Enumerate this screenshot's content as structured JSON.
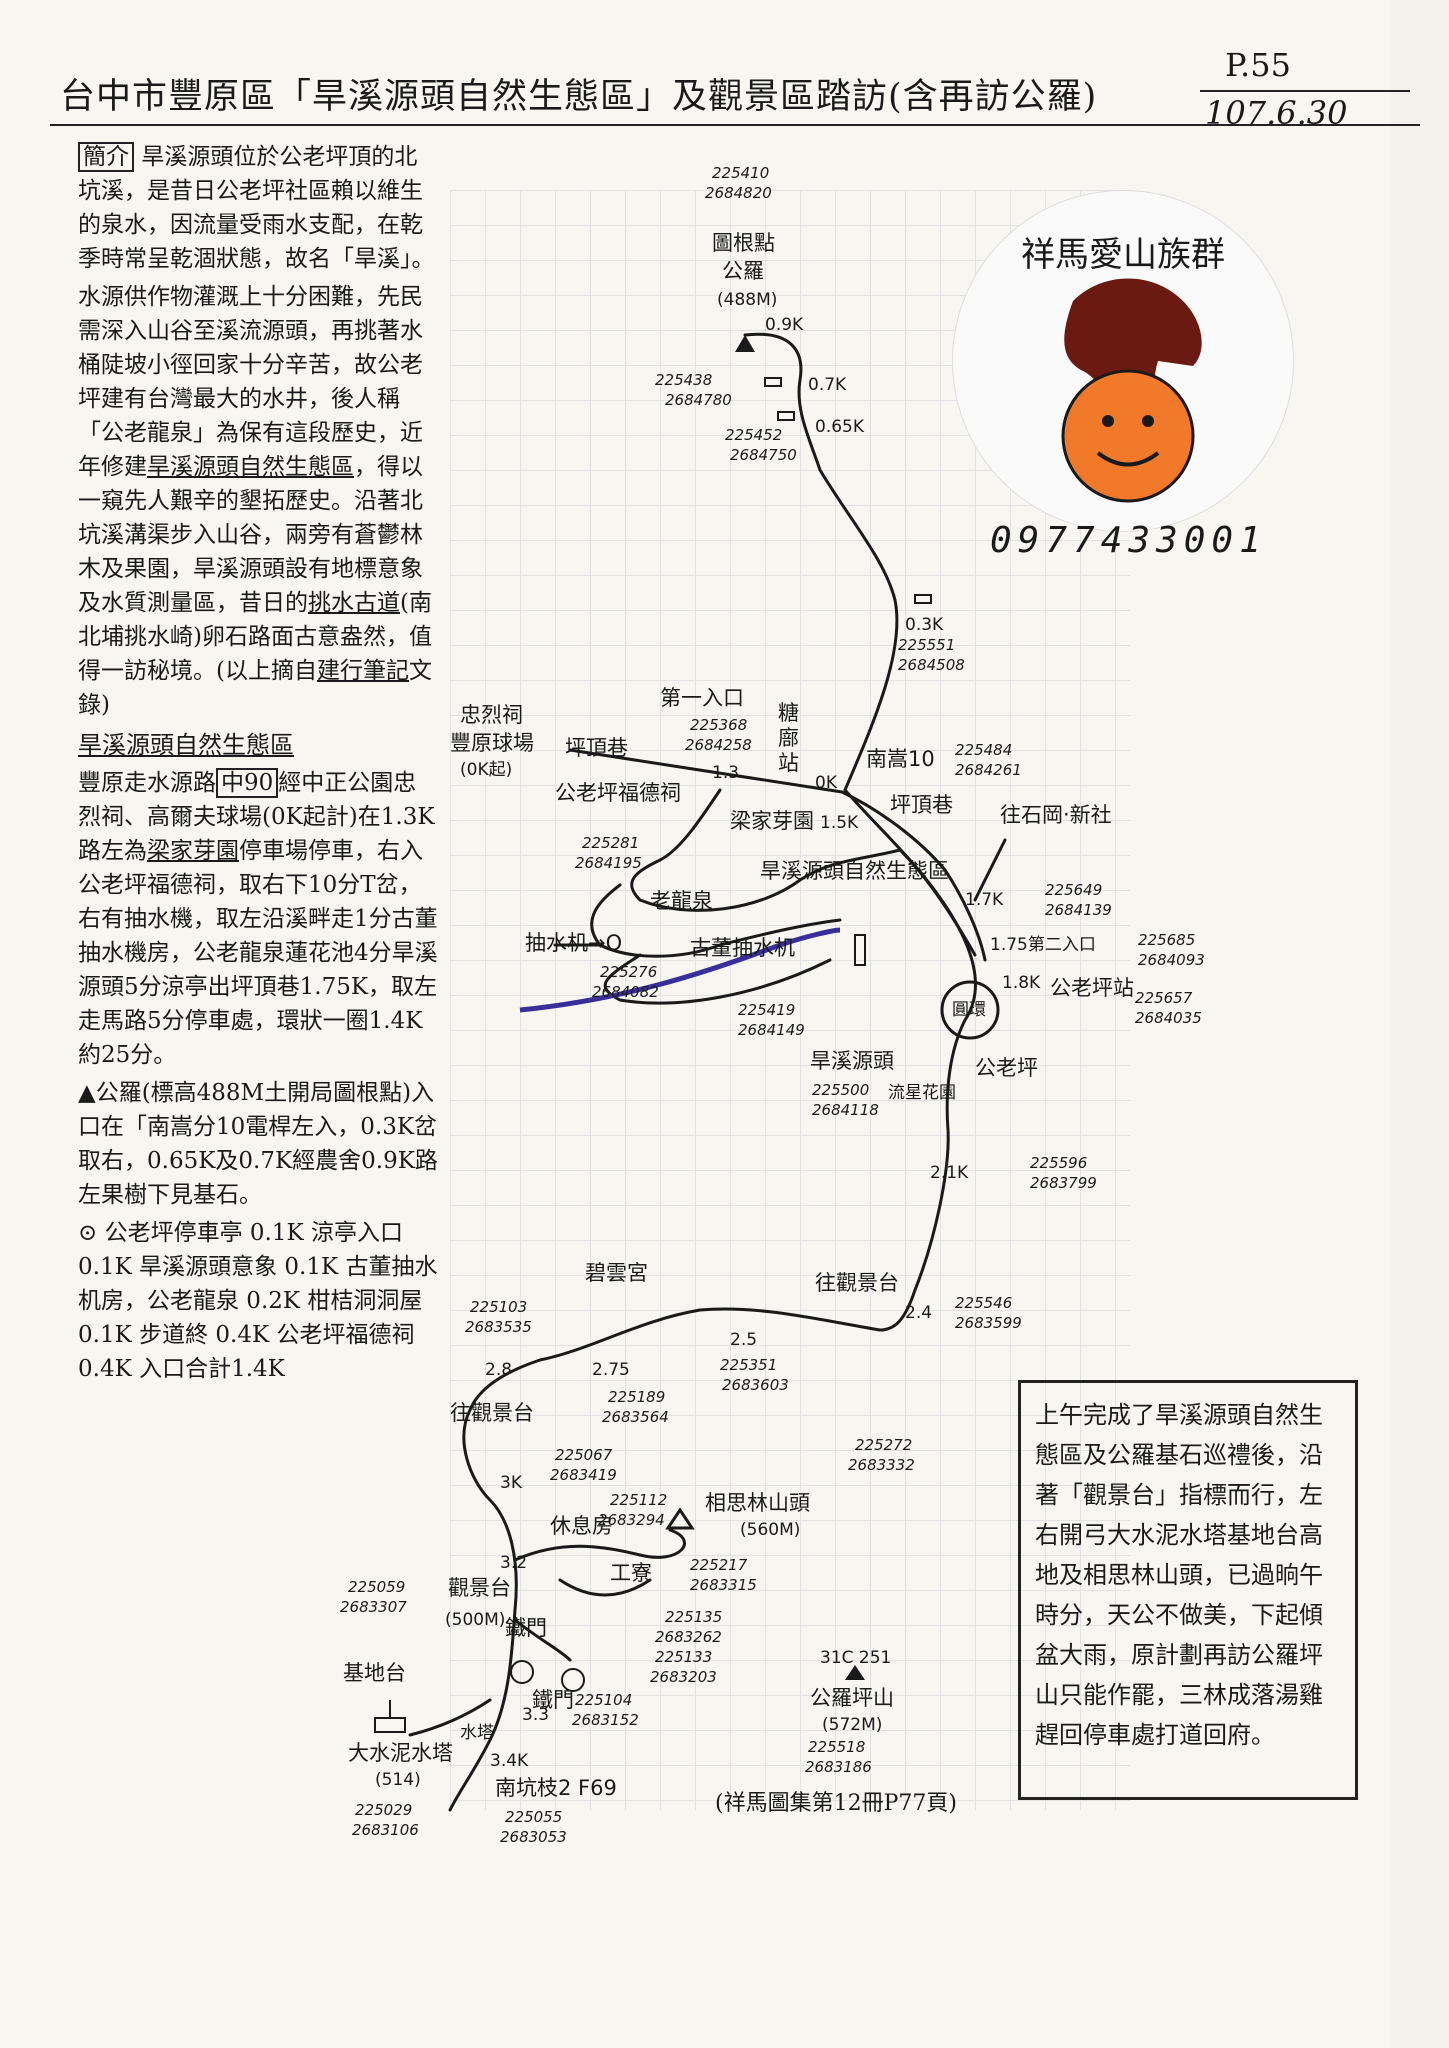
{
  "header": {
    "title": "台中市豐原區「旱溪源頭自然生態區」及觀景區踏訪(含再訪公羅)",
    "page": "P.55",
    "date": "107.6.30"
  },
  "intro": {
    "tag": "簡介",
    "p1": "旱溪源頭位於公老坪頂的北坑溪，是昔日公老坪社區賴以維生的泉水，因流量受雨水支配，在乾季時常呈乾涸狀態，故名「旱溪」。",
    "p2": "水源供作物灌溉上十分困難，先民需深入山谷至溪流源頭，再挑著水桶陡坡小徑回家十分辛苦，故公老坪建有台灣最大的水井，後人稱「公老龍泉」為保有這段歷史，近年修建",
    "p2_u1": "旱溪源頭自然生態區",
    "p2_b": "，得以一窺先人艱辛的墾拓歷史。沿著北坑溪溝渠步入山谷，兩旁有蒼鬱林木及果園，旱溪源頭設有地標意象及水質測量區，昔日的",
    "p2_u2": "挑水古道",
    "p2_c": "(南北埔挑水崎)卵石路面古意盎然，值得一訪秘境。(以上摘自",
    "p2_u3": "建行筆記",
    "p2_d": "文錄)"
  },
  "section2": {
    "title": "旱溪源頭自然生態區",
    "pa": "豐原走水源路",
    "pa_box": "中90",
    "pb": "經中正公園忠烈祠、高爾夫球場(0K起計)在1.3K路左為",
    "pb_u": "梁家芽園",
    "pc": "停車場停車，右入公老坪福德祠，取右下10分T岔，右有抽水機，取左沿溪畔走1分古董抽水機房，公老龍泉蓮花池4分旱溪源頭5分涼亭出坪頂巷1.75K，取左走馬路5分停車處，環狀一圈1.4K約25分。"
  },
  "section3": {
    "tri_text": "▲公羅(標高488M土開局圖根點)入口在「南嵩分10電桿左入，0.3K岔取右，0.65K及0.7K經農舍0.9K路左果樹下見基石。"
  },
  "section4": {
    "text": "⊙ 公老坪停車亭 0.1K 涼亭入口 0.1K 旱溪源頭意象 0.1K 古董抽水机房，公老龍泉 0.2K 柑桔洞洞屋 0.1K 步道終 0.4K 公老坪福德祠 0.4K 入口合計1.4K"
  },
  "logo": {
    "text": "祥馬愛山族群"
  },
  "phone": "0977433001",
  "note": {
    "text": "上午完成了旱溪源頭自然生態區及公羅基石巡禮後，沿著「觀景台」指標而行，左右開弓大水泥水塔基地台高地及相思林山頭，已過晌午時分，天公不做美，下起傾盆大雨，原計劃再訪公羅坪山只能作罷，三林成落湯雞趕回停車處打道回府。"
  },
  "ref_note": "(祥馬圖集第12冊P77頁)",
  "map": {
    "labels": {
      "peak_name": "圖根點",
      "peak_sub": "公羅",
      "peak_elev": "(488M)",
      "peak_k": "0.9K",
      "k07": "0.7K",
      "k065": "0.65K",
      "k03": "0.3K",
      "first_entry": "第一入口",
      "sugar": "糖",
      "sugar2": "廍",
      "sugar3": "站",
      "nanlu": "南嵩10",
      "ok": "0K",
      "pingding_w": "坪頂巷",
      "pingding_e": "坪頂巷",
      "to_shigang": "往石岡‧新社",
      "zhonglie": "忠烈祠",
      "golf": "豐原球場",
      "golf_ok": "(0K起)",
      "fude": "公老坪福德祠",
      "liang": "梁家芽園",
      "k13": "1.3",
      "k15": "1.5K",
      "longquan": "老龍泉",
      "eco": "旱溪源頭自然生態區",
      "antique": "古董抽水机",
      "pump": "抽水机→O",
      "k17": "1.7K",
      "k175": "1.75第二入口",
      "k18": "1.8K",
      "glp_stop": "公老坪站",
      "glp": "公老坪",
      "roundabout": "圓環",
      "source": "旱溪源頭",
      "meteor": "流星花園",
      "k21": "2.1K",
      "biyun": "碧雲宮",
      "to_view": "往觀景台",
      "k24": "2.4",
      "k25": "2.5",
      "k275": "2.75",
      "k28": "2.8",
      "to_view2": "往觀景台",
      "k3": "3K",
      "rest": "休息房",
      "factory": "工寮",
      "xiangsi": "相思林山頭",
      "xiangsi_elev": "(560M)",
      "k32": "3.2",
      "view": "觀景台",
      "view_elev": "(500M)",
      "iron1": "鐵門",
      "iron2": "鐵門",
      "k33": "3.3",
      "base": "基地台",
      "tower": "大水泥水塔",
      "tower_elev": "(514)",
      "water_tower": "水塔",
      "k34": "3.4K",
      "nanken": "南坑枝2 F69",
      "gongluo": "公羅坪山",
      "gongluo_elev": "(572M)",
      "gongluo_code": "31C 251"
    },
    "coords": [
      "225410",
      "2684820",
      "225438",
      "2684780",
      "225452",
      "2684750",
      "225551",
      "2684508",
      "225368",
      "2684258",
      "225484",
      "2684261",
      "225281",
      "2684195",
      "225649",
      "2684139",
      "225685",
      "2684093",
      "225657",
      "2684035",
      "225276",
      "2684082",
      "225419",
      "2684149",
      "225500",
      "2684118",
      "225596",
      "2683799",
      "225546",
      "2683599",
      "225103",
      "2683535",
      "225351",
      "2683603",
      "225189",
      "2683564",
      "225067",
      "2683419",
      "225112",
      "2683294",
      "225272",
      "2683332",
      "225217",
      "2683315",
      "225135",
      "2683262",
      "225133",
      "2683203",
      "225104",
      "2683152",
      "225059",
      "2683307",
      "225029",
      "2683106",
      "225055",
      "2683053",
      "225518",
      "2683186"
    ]
  },
  "colors": {
    "ink": "#1a1a1a",
    "river": "#3a2f9a",
    "logo_horse": "#6b1a12",
    "logo_sun": "#f07a2a"
  }
}
